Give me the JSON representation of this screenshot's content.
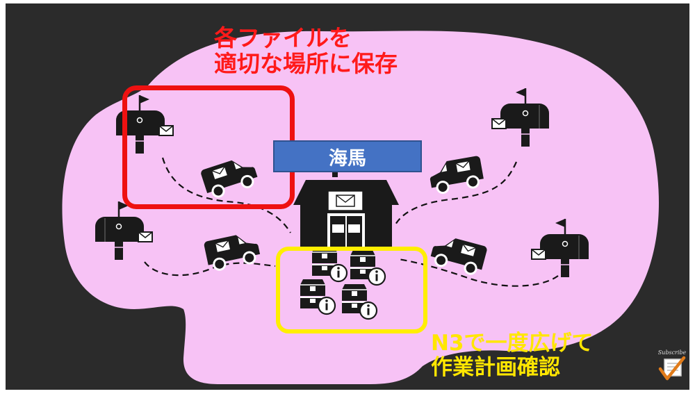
{
  "captions": {
    "top": "各ファイルを\n適切な場所に保存",
    "bottom": "N3で一度広げて\n作業計画確認"
  },
  "hippocampus_label": "海馬",
  "watermark": {
    "text": "Subscribe"
  },
  "icons": {
    "mailbox": "mailbox-icon",
    "truck": "mail-truck-icon",
    "post_office": "post-office-icon",
    "package": "package-info-icon"
  },
  "colors": {
    "background": "#2b2b2b",
    "brain": "#f7c2f5",
    "red_box": "#ee1111",
    "yellow_box": "#ffee00",
    "label_fill": "#4472c4",
    "icon": "#1a1a1a"
  }
}
